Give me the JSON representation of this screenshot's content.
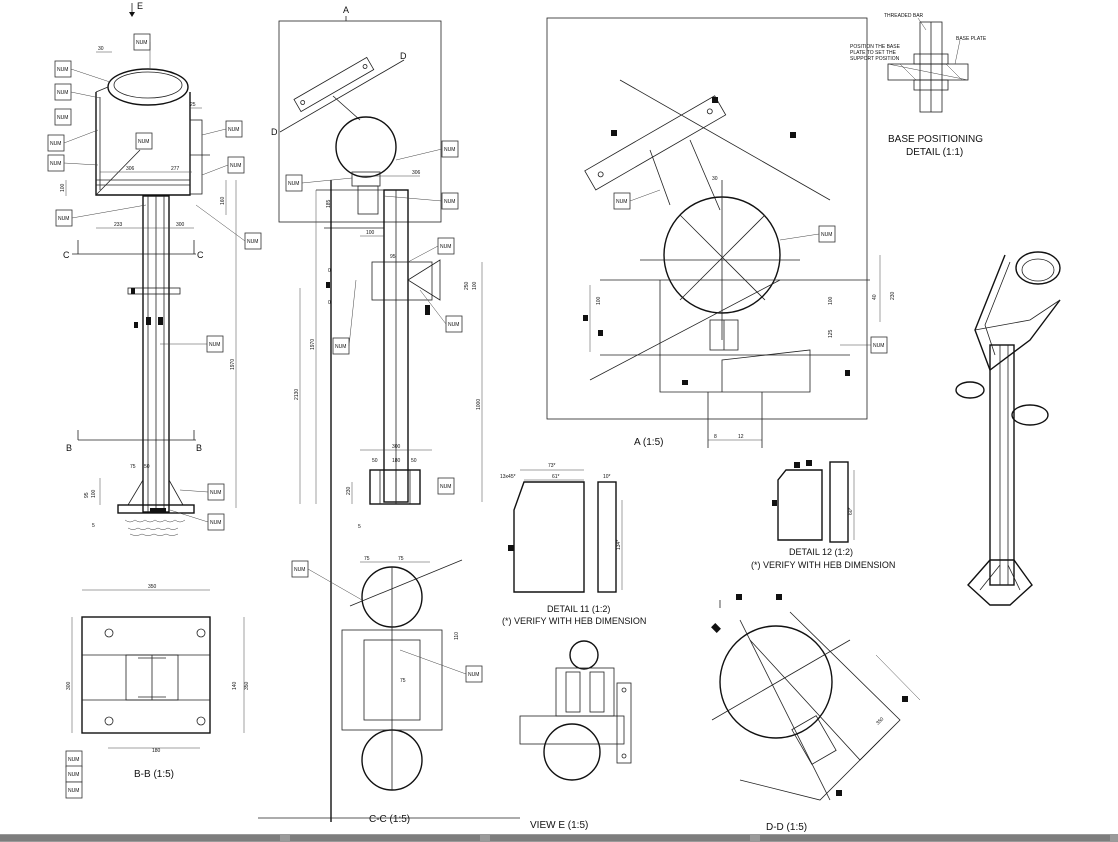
{
  "labels": {
    "section_bb": "B-B (1:5)",
    "section_cc": "C-C (1:5)",
    "view_e": "VIEW E (1:5)",
    "section_dd": "D-D (1:5)",
    "detail_a": "A (1:5)",
    "detail11": "DETAIL 11 (1:2)",
    "detail12": "DETAIL 12 (1:2)",
    "verify_heb": "(*) VERIFY WITH HEB DIMENSION",
    "base_pos_1": "BASE POSITIONING",
    "base_pos_2": "DETAIL (1:1)",
    "threaded_bar": "THREADED BAR",
    "base_plate": "BASE PLATE",
    "base_note_1": "POSITION THE BASE",
    "base_note_2": "PLATE TO SET THE",
    "base_note_3": "SUPPORT POSITION"
  },
  "markers": {
    "e": "E",
    "a": "A",
    "b": "B",
    "c": "C",
    "d": "D"
  },
  "tag": "NUM",
  "dims": {
    "d233": "233",
    "d300": "300",
    "d306": "306",
    "d277": "277",
    "d1970": "1970",
    "d2130": "2130",
    "d1000": "1000",
    "d95": "95",
    "d185": "185",
    "d160": "160",
    "d170": "170",
    "d50": "50",
    "d12": "12",
    "d230": "230",
    "d250": "250",
    "d100": "100",
    "d180": "180",
    "d140": "140",
    "d5": "5",
    "d75": "75",
    "d350": "350",
    "d73": "73*",
    "d61": "61*",
    "d10": "10*",
    "d134": "134*",
    "d13x45": "13x45*",
    "d60": "60*",
    "d30": "30",
    "d8": "8",
    "d125": "125",
    "d25": "25",
    "d40": "40",
    "d110": "110",
    "d0": "0"
  }
}
